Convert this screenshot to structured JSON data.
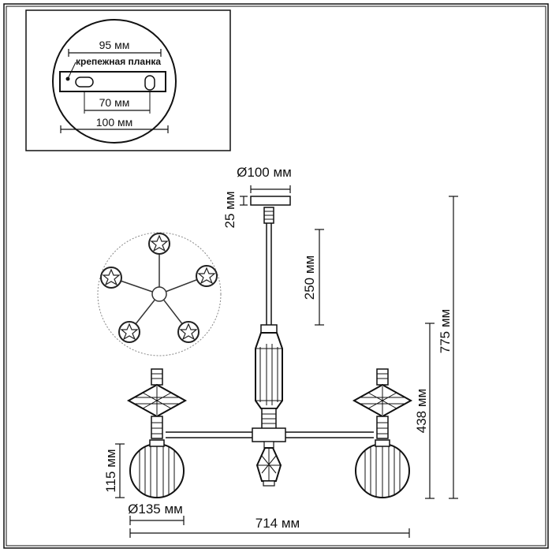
{
  "mount_detail": {
    "width_label": "95 мм",
    "plate_label": "крепежная планка",
    "hole_spacing_label": "70 мм",
    "diameter_label": "100 мм"
  },
  "dimensions": {
    "canopy_diameter": "Ø100 мм",
    "canopy_height": "25 мм",
    "rod_length": "250 мм",
    "total_height": "775 мм",
    "body_height": "438 мм",
    "shade_height": "115 мм",
    "shade_diameter": "Ø135 мм",
    "total_width": "714 мм"
  }
}
